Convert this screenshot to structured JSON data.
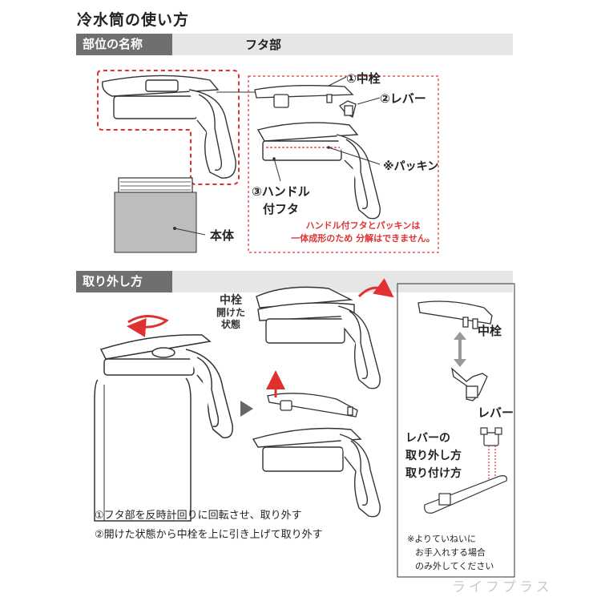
{
  "title": "冷水筒の使い方",
  "sections": {
    "parts": "部位の名称",
    "removal": "取り外し方"
  },
  "parts": {
    "lid_header": "フタ部",
    "center_plug": "①中栓",
    "lever": "②レバー",
    "gasket": "※パッキン",
    "handle_lid_line1": "③ハンドル",
    "handle_lid_line2": "付フタ",
    "body": "本体",
    "note_line1": "ハンドル付フタとパッキンは",
    "note_line2": "一体成形のため 分解はできません。"
  },
  "removal": {
    "plug_open_line1": "中栓",
    "plug_open_line2": "開けた",
    "plug_open_line3": "状態",
    "steps": [
      "①フタ部を反時計回りに回転させ、取り外す",
      "②開けた状態から中栓を上に引き上げて取り外す"
    ],
    "side_plug": "中栓",
    "side_lever": "レバー",
    "lever_howto_line1": "レバーの",
    "lever_howto_line2": "取り外し方",
    "lever_howto_line3": "取り付け方",
    "care_line1": "※よりていねいに",
    "care_line2": "お手入れする場合",
    "care_line3": "のみ外してください"
  },
  "watermark": "ライフプラス",
  "colors": {
    "red": "#e03030",
    "gray_tab": "#6f6f6f",
    "line": "#333333"
  }
}
